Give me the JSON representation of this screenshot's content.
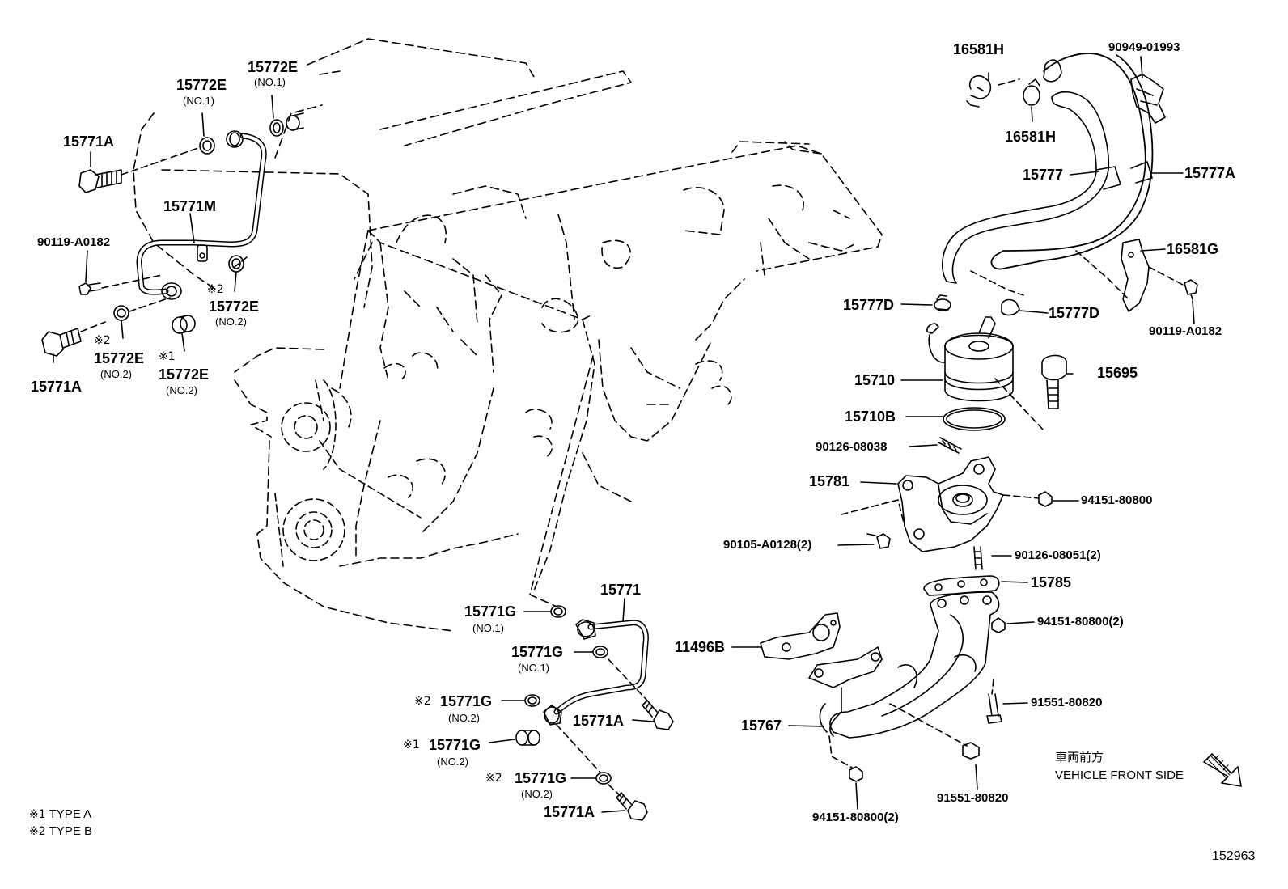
{
  "diagram_id": "152963",
  "labels": {
    "p_15772E_top": "15772E",
    "p_15772E_top_no": "(NO.1)",
    "p_15772E_left": "15772E",
    "p_15772E_left_no": "(NO.1)",
    "p_15771A_top": "15771A",
    "p_15771M": "15771M",
    "p_90119_left": "90119-A0182",
    "p_15772E_mid_mark": "※2",
    "p_15772E_mid": "15772E",
    "p_15772E_mid_no": "(NO.2)",
    "p_15772E_b1_mark": "※2",
    "p_15772E_b1": "15772E",
    "p_15772E_b1_no": "(NO.2)",
    "p_15772E_b2_mark": "※1",
    "p_15772E_b2": "15772E",
    "p_15772E_b2_no": "(NO.2)",
    "p_15771A_left": "15771A",
    "p_16581H_a": "16581H",
    "p_16581H_b": "16581H",
    "p_90949": "90949-01993",
    "p_15777": "15777",
    "p_15777A": "15777A",
    "p_16581G": "16581G",
    "p_90119_right": "90119-A0182",
    "p_15777D_a": "15777D",
    "p_15777D_b": "15777D",
    "p_15710": "15710",
    "p_15695": "15695",
    "p_15710B": "15710B",
    "p_90126_08038": "90126-08038",
    "p_15781": "15781",
    "p_94151_a": "94151-80800",
    "p_90105": "90105-A0128(2)",
    "p_90126_08051": "90126-08051(2)",
    "p_15785": "15785",
    "p_94151_b": "94151-80800(2)",
    "p_11496B": "11496B",
    "p_91551_a": "91551-80820",
    "p_15767": "15767",
    "p_91551_b": "91551-80820",
    "p_94151_c": "94151-80800(2)",
    "p_15771": "15771",
    "p_15771G_1": "15771G",
    "p_15771G_1_no": "(NO.1)",
    "p_15771G_2": "15771G",
    "p_15771G_2_no": "(NO.1)",
    "p_15771G_3_mark": "※2",
    "p_15771G_3": "15771G",
    "p_15771G_3_no": "(NO.2)",
    "p_15771A_r1": "15771A",
    "p_15771G_4_mark": "※1",
    "p_15771G_4": "15771G",
    "p_15771G_4_no": "(NO.2)",
    "p_15771G_5_mark": "※2",
    "p_15771G_5": "15771G",
    "p_15771G_5_no": "(NO.2)",
    "p_15771A_r2": "15771A"
  },
  "legend": {
    "type_a_mark": "※1",
    "type_a": "TYPE A",
    "type_b_mark": "※2",
    "type_b": "TYPE B"
  },
  "direction": {
    "jp": "車両前方",
    "en": "VEHICLE FRONT SIDE"
  }
}
